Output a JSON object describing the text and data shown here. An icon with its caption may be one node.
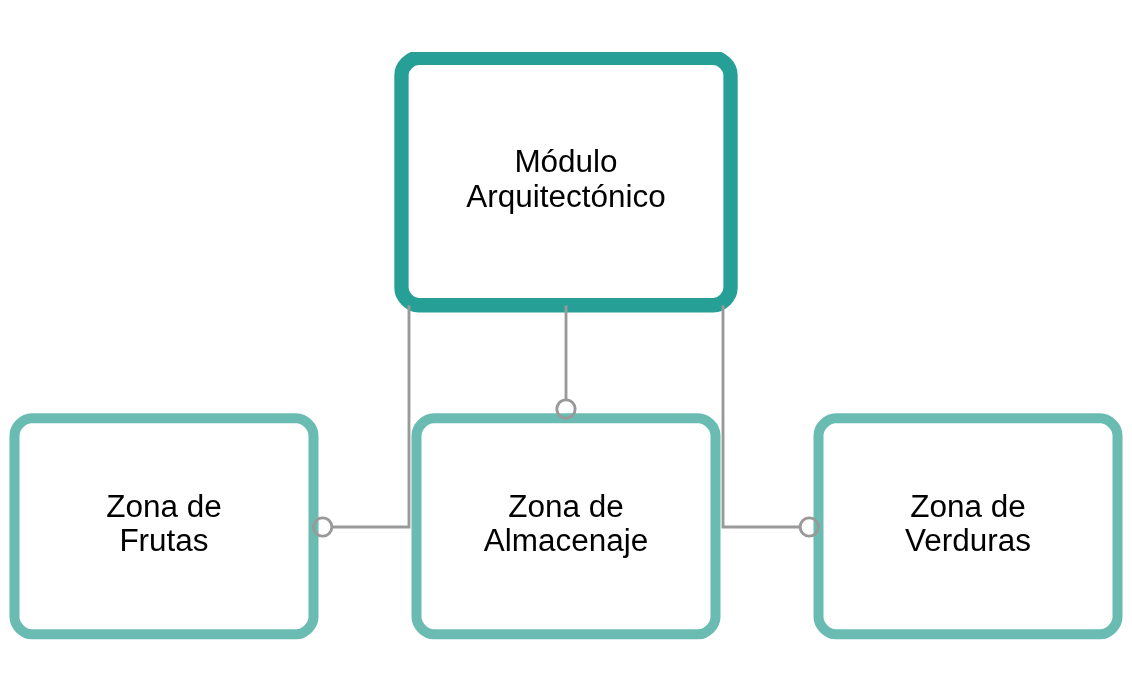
{
  "diagram": {
    "nodes": [
      {
        "text": [
          "Módulo Arquitectónico"
        ]
      },
      {
        "text": [
          "Zona de Frutas"
        ]
      },
      {
        "text": [
          "Zona de Almacenaje"
        ]
      },
      {
        "text": [
          "Zona de Verduras"
        ]
      }
    ],
    "edges": [
      {
        "from": 0,
        "to": 1,
        "arrow": "other"
      },
      {
        "from": 0,
        "to": 2,
        "arrow": "other"
      },
      {
        "from": 0,
        "to": 3,
        "arrow": "other"
      }
    ]
  }
}
